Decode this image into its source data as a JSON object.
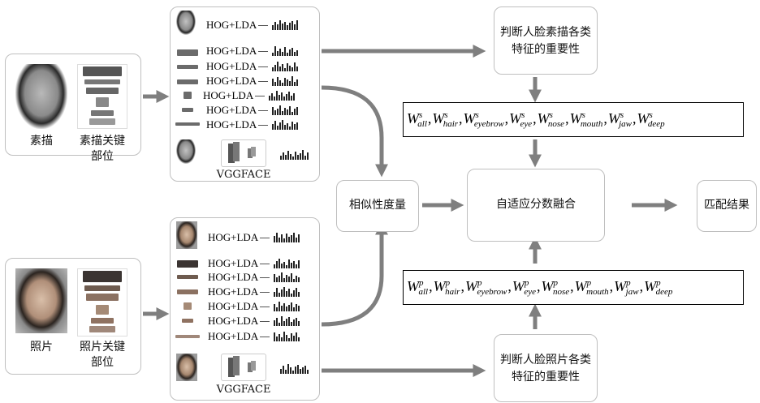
{
  "top": {
    "input_caption_sketch": "素描",
    "input_caption_sketch_parts": "素描关键\n部位",
    "importance_title": "判断人脸素描各类\n特征的重要性",
    "weights": [
      {
        "base": "W",
        "sub": "all",
        "sup": "s"
      },
      {
        "base": "W",
        "sub": "hair",
        "sup": "s"
      },
      {
        "base": "W",
        "sub": "eyebrow",
        "sup": "s"
      },
      {
        "base": "W",
        "sub": "eye",
        "sup": "s"
      },
      {
        "base": "W",
        "sub": "nose",
        "sup": "s"
      },
      {
        "base": "W",
        "sub": "mouth",
        "sup": "s"
      },
      {
        "base": "W",
        "sub": "jaw",
        "sup": "s"
      },
      {
        "base": "W",
        "sub": "deep",
        "sup": "s"
      }
    ],
    "features": [
      "HOG+LDA",
      "HOG+LDA",
      "HOG+LDA",
      "HOG+LDA",
      "HOG+LDA",
      "HOG+LDA",
      "HOG+LDA"
    ],
    "vgg_label": "VGGFACE"
  },
  "bottom": {
    "input_caption_photo": "照片",
    "input_caption_photo_parts": "照片关键\n部位",
    "importance_title": "判断人脸照片各类\n特征的重要性",
    "weights": [
      {
        "base": "W",
        "sub": "all",
        "sup": "p"
      },
      {
        "base": "W",
        "sub": "hair",
        "sup": "p"
      },
      {
        "base": "W",
        "sub": "eyebrow",
        "sup": "p"
      },
      {
        "base": "W",
        "sub": "eye",
        "sup": "p"
      },
      {
        "base": "W",
        "sub": "nose",
        "sup": "p"
      },
      {
        "base": "W",
        "sub": "mouth",
        "sup": "p"
      },
      {
        "base": "W",
        "sub": "jaw",
        "sup": "p"
      },
      {
        "base": "W",
        "sub": "deep",
        "sup": "p"
      }
    ],
    "features": [
      "HOG+LDA",
      "HOG+LDA",
      "HOG+LDA",
      "HOG+LDA",
      "HOG+LDA",
      "HOG+LDA",
      "HOG+LDA"
    ],
    "vgg_label": "VGGFACE"
  },
  "center": {
    "similarity": "相似性度量",
    "fusion": "自适应分数融合",
    "result": "匹配结果"
  },
  "colors": {
    "arrow": "#7f7f7f",
    "box_border": "#bfbfbf"
  }
}
